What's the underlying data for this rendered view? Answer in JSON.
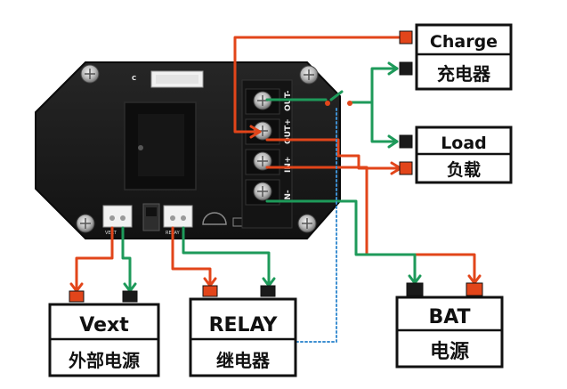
{
  "labels": {
    "charge_en": "Charge",
    "charge_cn": "充电器",
    "load_en": "Load",
    "load_cn": "负载",
    "vext_en": "Vext",
    "vext_cn": "外部电源",
    "relay_en": "RELAY",
    "relay_cn": "继电器",
    "bat_en": "BAT",
    "bat_cn": "电源"
  },
  "terminals": {
    "out_minus": "OUT-",
    "out_plus": "OUT+",
    "in_plus": "IN+",
    "in_minus": "IN-"
  },
  "board": {
    "corner_mark": "C",
    "vext_silk": "VEXT",
    "relay_silk": "RELAY"
  },
  "colors": {
    "positive_wire": "#e2451a",
    "negative_wire": "#1e9a5a",
    "signal_wire": "#3d8fd1",
    "board": "#1b1b1b"
  }
}
